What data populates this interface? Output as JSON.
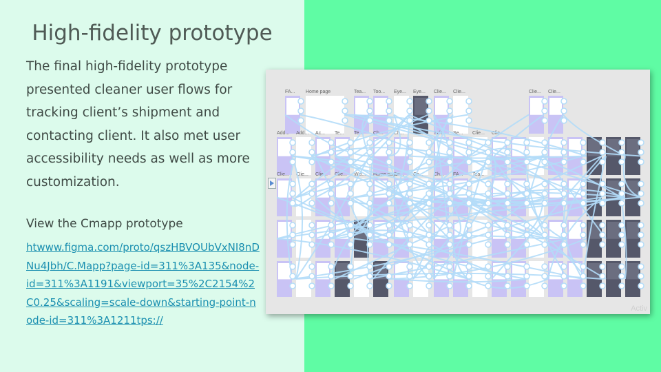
{
  "slide": {
    "title": "High-fidelity prototype",
    "body": "The final high-fidelity prototype presented cleaner user flows for tracking client’s shipment and contacting client. It also met user accessibility needs as well as more customization.",
    "view_label": "View the Cmapp prototype",
    "link_text": "htwww.figma.com/proto/qszHBVOUbVxNI8nDNu4Jbh/C.Mapp?page-id=311%3A135&node-id=311%3A1191&viewport=35%2C2154%2C0.25&scaling=scale-down&starting-point-node-id=311%3A1211tps://"
  },
  "prototype": {
    "frame_labels": [
      "FA...",
      "Home page",
      "Tea...",
      "Too...",
      "Eye...",
      "Eye...",
      "Clie...",
      "Clie...",
      "Clie...",
      "Clie...",
      "Add...",
      "Add...",
      "Ac...",
      "Te...",
      "Te...",
      "Ch...",
      "Ch...",
      "Ch...",
      "Sch...",
      "Se...",
      "Clie...",
      "Clie...",
      "Clie...",
      "Clie...",
      "Clie...",
      "Clie...",
      "Wel...",
      "Home page",
      "Se...",
      "Ch...",
      "Ch...",
      "FA...",
      "Tea..."
    ],
    "watermark": "Activ",
    "colors": {
      "frame_purple": "#c9c3f5",
      "frame_dark": "#55586a",
      "connector": "#b3dcf8",
      "canvas": "#e6e6e6"
    }
  }
}
